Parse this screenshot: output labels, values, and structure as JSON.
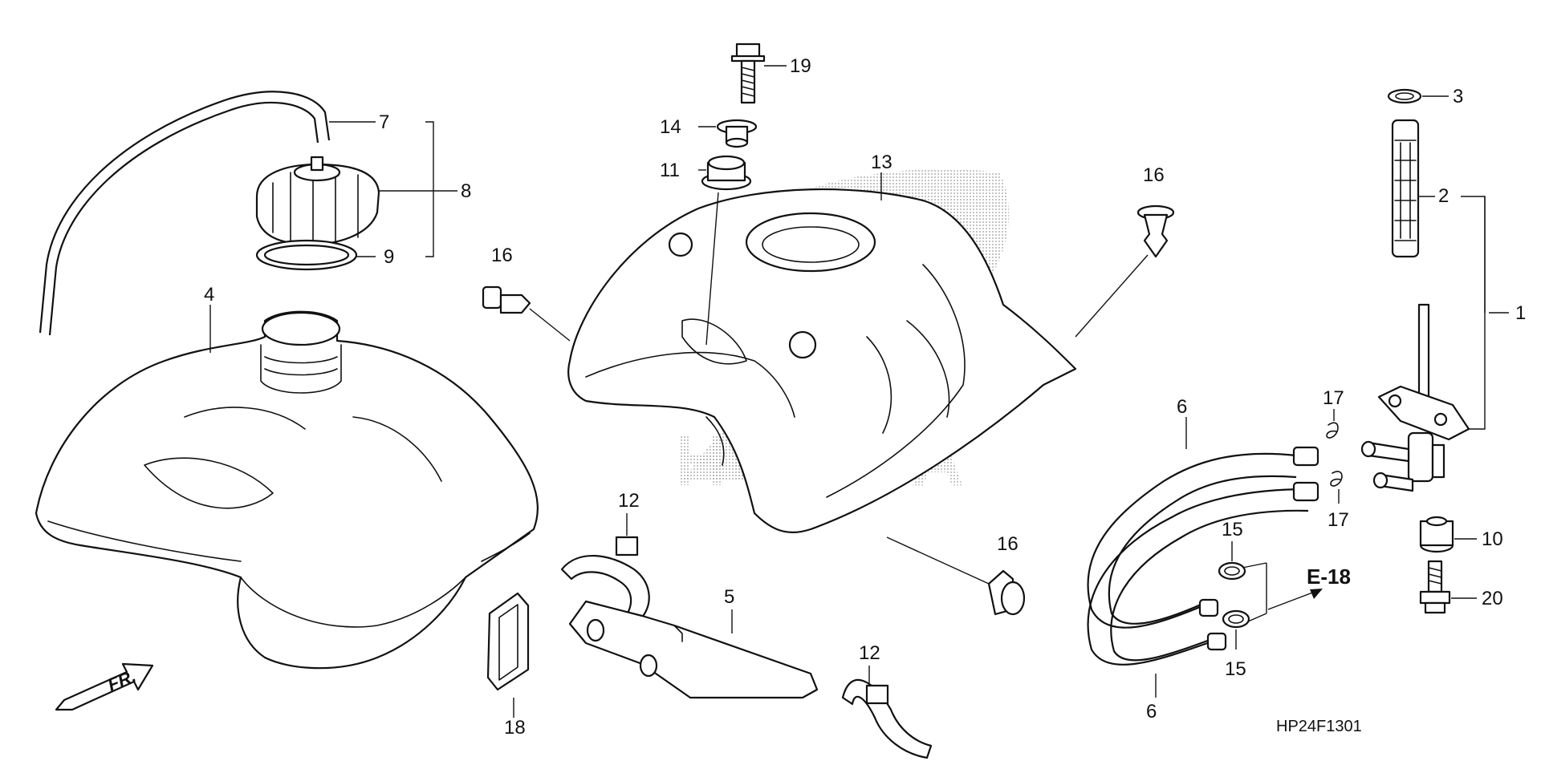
{
  "diagram": {
    "watermark": "HONDA",
    "diagram_code": "HP24F1301",
    "reference": "E-18",
    "front_marker": "FR.",
    "callouts": {
      "c1": "1",
      "c2": "2",
      "c3": "3",
      "c4": "4",
      "c5": "5",
      "c6a": "6",
      "c6b": "6",
      "c7": "7",
      "c8": "8",
      "c9": "9",
      "c10": "10",
      "c11": "11",
      "c12a": "12",
      "c12b": "12",
      "c13": "13",
      "c14": "14",
      "c15a": "15",
      "c15b": "15",
      "c16a": "16",
      "c16b": "16",
      "c16c": "16",
      "c17a": "17",
      "c17b": "17",
      "c18": "18",
      "c19": "19",
      "c20": "20"
    }
  }
}
